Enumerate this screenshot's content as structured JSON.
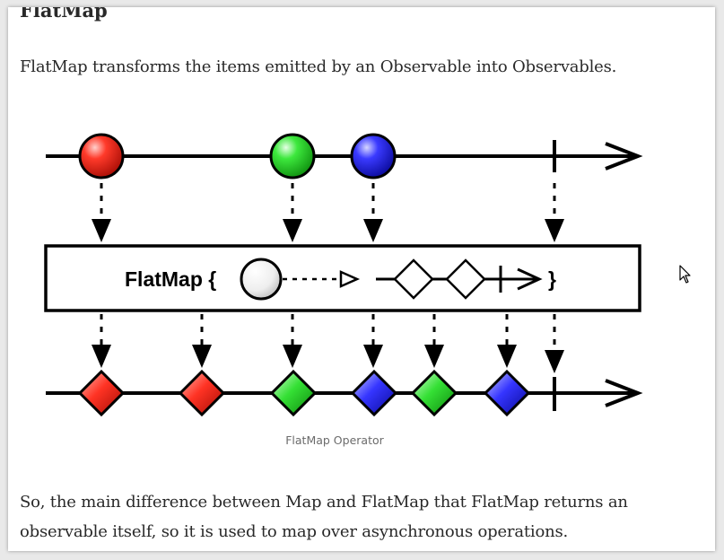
{
  "article": {
    "heading": "FlatMap",
    "intro": "FlatMap transforms the items emitted by an Observable into Observables.",
    "caption": "FlatMap Operator",
    "conclusion_line1": "So, the main difference between Map and FlatMap that FlatMap returns an",
    "conclusion_line2": "observable itself, so it is used to map over asynchronous operations."
  },
  "diagram": {
    "operator_label": "FlatMap {",
    "operator_close": "}",
    "input_marbles": [
      {
        "color": "red"
      },
      {
        "color": "green"
      },
      {
        "color": "blue"
      }
    ],
    "output_items": [
      {
        "color": "red"
      },
      {
        "color": "red"
      },
      {
        "color": "green"
      },
      {
        "color": "blue"
      },
      {
        "color": "green"
      },
      {
        "color": "blue"
      }
    ]
  },
  "colors": {
    "text": "#292929",
    "caption": "#6b6b6b",
    "red": "#e8231b",
    "green": "#2ed22e",
    "blue": "#2b2bd8"
  }
}
